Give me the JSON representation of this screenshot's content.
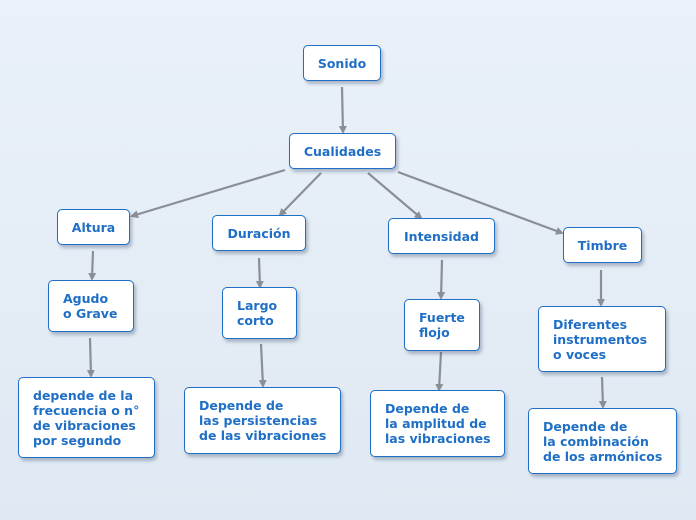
{
  "colors": {
    "text": "#1f6fc6",
    "border": "#1f6fc6",
    "arrow": "#8a8f96",
    "background": "#e6eef6"
  },
  "nodes": {
    "sonido": "Sonido",
    "cualidades": "Cualidades",
    "altura": "Altura",
    "duracion": "Duración",
    "intensidad": "Intensidad",
    "timbre": "Timbre",
    "agudo": "Agudo\no Grave",
    "largo": "Largo\ncorto",
    "fuerte": "Fuerte\nflojo",
    "diferentes": "Diferentes\ninstrumentos\no voces",
    "altura_desc": "depende de la\nfrecuencia o n°\nde vibraciones\npor segundo",
    "duracion_desc": "Depende de\nlas persistencias\nde las vibraciones",
    "intensidad_desc": "Depende de\nla amplitud de\nlas vibraciones",
    "timbre_desc": "Depende de\nla combinación\nde los armónicos"
  }
}
